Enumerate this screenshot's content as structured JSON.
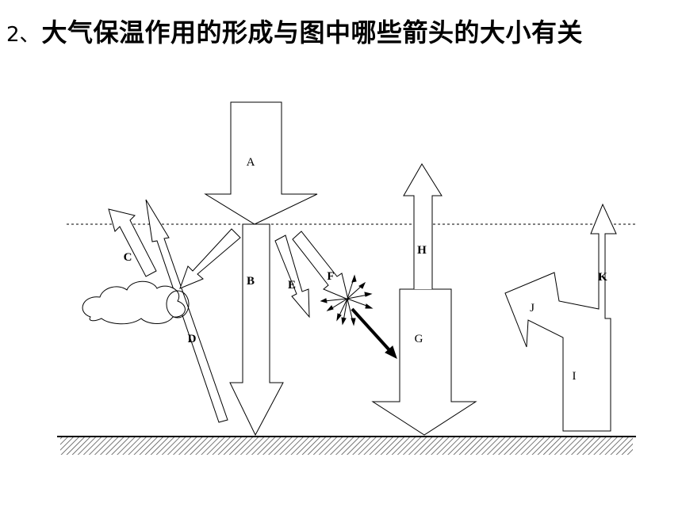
{
  "title": {
    "number": "2、",
    "text": "大气保温作用的形成与图中哪些箭头的大小有关"
  },
  "diagram": {
    "labels": {
      "A": "A",
      "B": "B",
      "C": "C",
      "D": "D",
      "E": "E",
      "F": "F",
      "G": "G",
      "H": "H",
      "I": "I",
      "J": "J",
      "K": "K"
    }
  }
}
